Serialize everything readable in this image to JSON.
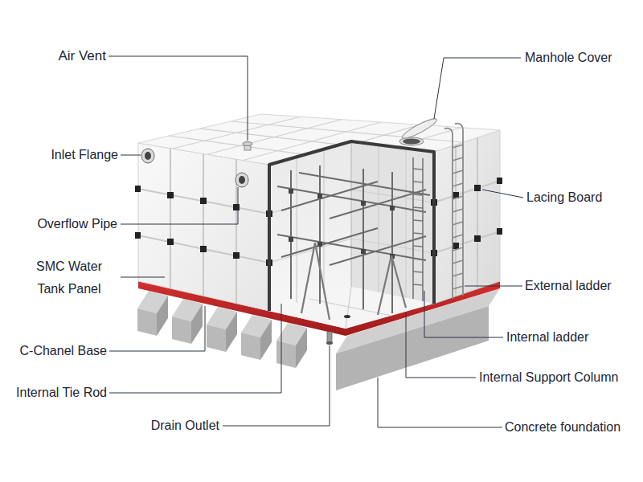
{
  "diagram": {
    "labels": [
      "Air Vent",
      "Manhole Cover",
      "Inlet Flange",
      "Lacing Board",
      "Overflow Pipe",
      "SMC Water Tank Panel",
      "External ladder",
      "Internal ladder",
      "C-Chanel Base",
      "Internal Support Column",
      "Internal Tie Rod",
      "Drain Outlet",
      "Concrete foundation"
    ]
  }
}
